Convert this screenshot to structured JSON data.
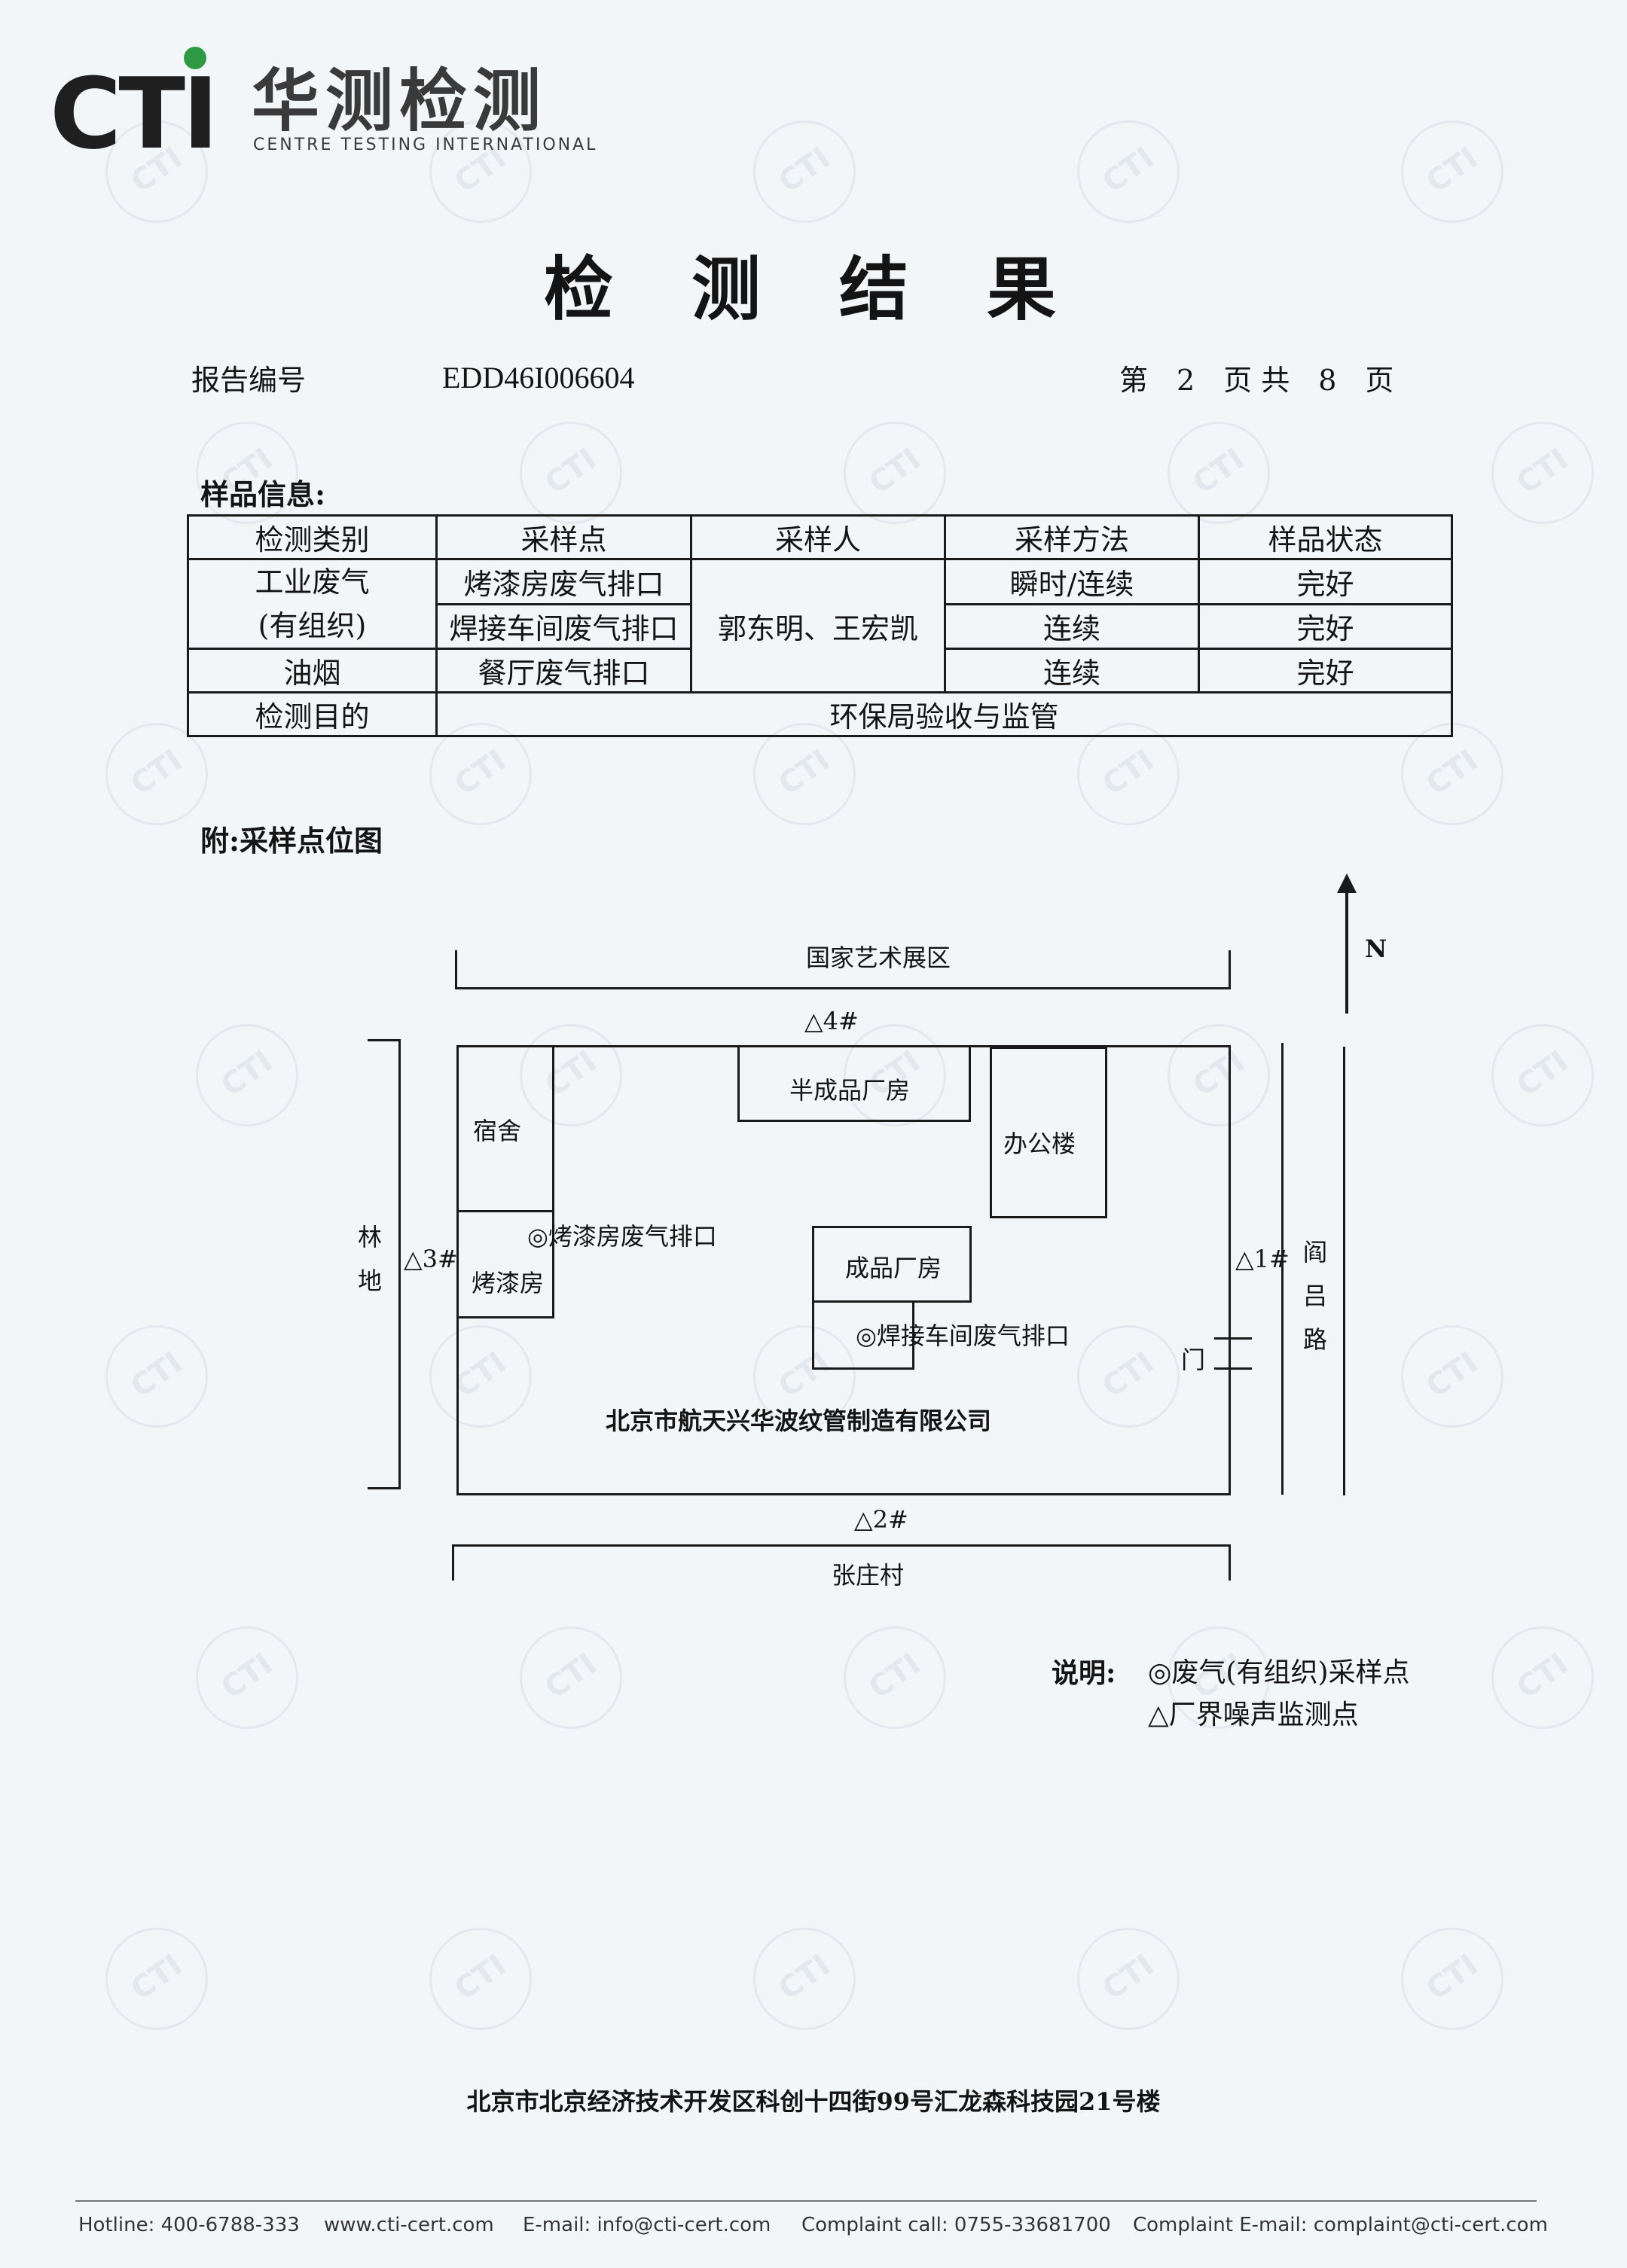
{
  "header": {
    "logo_text": "CTI",
    "logo_cn": "华测检测",
    "logo_en": "CENTRE TESTING INTERNATIONAL",
    "title": "检 测 结 果",
    "report_label": "报告编号",
    "report_no": "EDD46I006604",
    "page_info": "第　2　页 共　8　页"
  },
  "sample_info": {
    "section_label": "样品信息:",
    "headers": [
      "检测类别",
      "采样点",
      "采样人",
      "采样方法",
      "样品状态"
    ],
    "category_1_line1": "工业废气",
    "category_1_line2": "(有组织)",
    "category_2": "油烟",
    "points": [
      "烤漆房废气排口",
      "焊接车间废气排口",
      "餐厅废气排口"
    ],
    "samplers": "郭东明、王宏凯",
    "methods": [
      "瞬时/连续",
      "连续",
      "连续"
    ],
    "states": [
      "完好",
      "完好",
      "完好"
    ],
    "purpose_label": "检测目的",
    "purpose": "环保局验收与监管"
  },
  "map": {
    "section_label": "附:采样点位图",
    "north": "N",
    "north_area": "国家艺术展区",
    "south_area": "张庄村",
    "west_area": "林地",
    "east_road": "阎吕路",
    "point_1": "△1#",
    "point_2": "△2#",
    "point_3": "△3#",
    "point_4": "△4#",
    "dormitory": "宿舍",
    "paint_room": "烤漆房",
    "paint_outlet": "◎烤漆房废气排口",
    "semi_plant": "半成品厂房",
    "office": "办公楼",
    "finished_plant": "成品厂房",
    "welding_outlet": "◎焊接车间废气排口",
    "gate": "门",
    "company": "北京市航天兴华波纹管制造有限公司"
  },
  "legend": {
    "label": "说明:",
    "item_1": "◎废气(有组织)采样点",
    "item_2": "△厂界噪声监测点"
  },
  "footer": {
    "address": "北京市北京经济技术开发区科创十四街99号汇龙森科技园21号楼",
    "hotline": "Hotline: 400-6788-333",
    "website": "www.cti-cert.com",
    "email": "E-mail: info@cti-cert.com",
    "complaint_call": "Complaint call: 0755-33681700",
    "complaint_email": "Complaint E-mail: complaint@cti-cert.com"
  },
  "colors": {
    "logo_green": "#2f9a44",
    "text": "#141414",
    "paper": "#f3f6f8"
  }
}
